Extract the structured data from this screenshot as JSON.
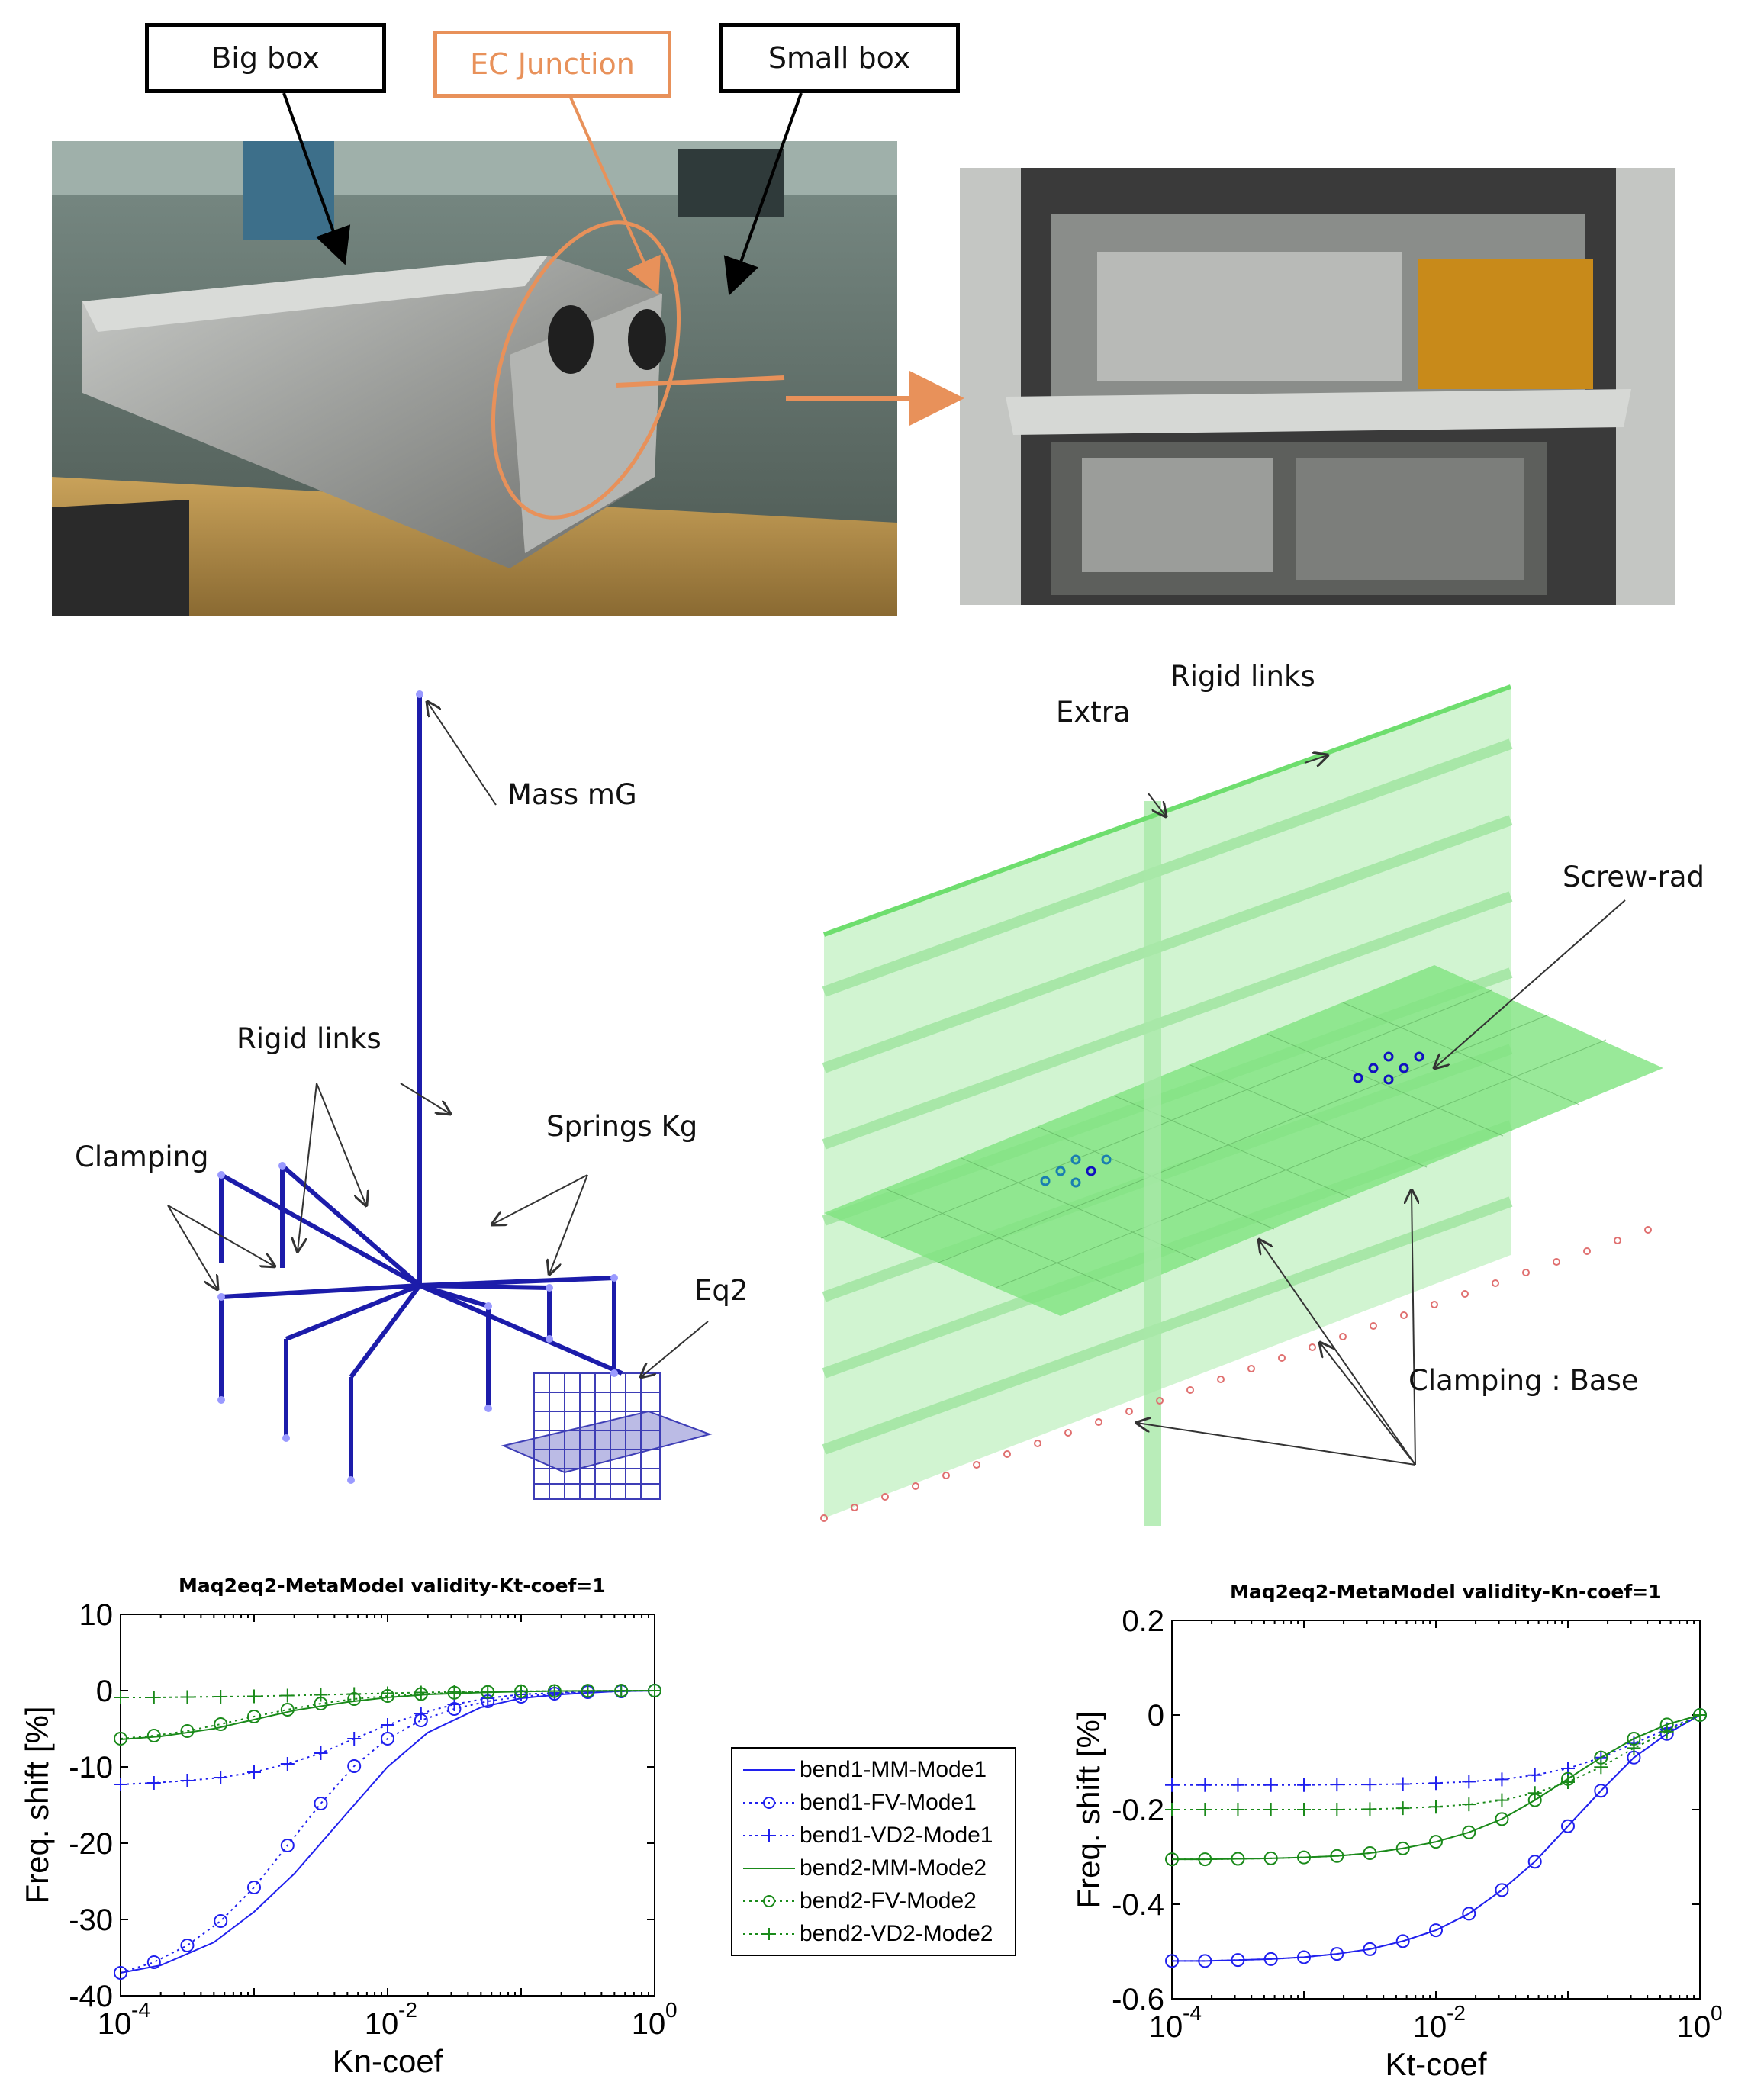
{
  "photo_labels": {
    "big_box": "Big box",
    "ec_junction": "EC Junction",
    "small_box": "Small box"
  },
  "model_left": {
    "mass": "Mass mG",
    "rigid_links": "Rigid links",
    "springs": "Springs Kg",
    "clamping": "Clamping",
    "eq2": "Eq2"
  },
  "model_right": {
    "rigid_links": "Rigid links",
    "extra": "Extra",
    "screw_rad": "Screw-rad",
    "clamping_base": "Clamping : Base"
  },
  "colors": {
    "accent_orange": "#e8915a",
    "series_blue": "#2020ee",
    "series_green": "#1a8a1a",
    "mesh_green": "#7fe47f"
  },
  "legend": [
    {
      "label": "bend1-MM-Mode1",
      "color": "#2020ee",
      "style": "solid",
      "marker": "none"
    },
    {
      "label": "bend1-FV-Mode1",
      "color": "#2020ee",
      "style": "dotted",
      "marker": "circle"
    },
    {
      "label": "bend1-VD2-Mode1",
      "color": "#2020ee",
      "style": "dotted",
      "marker": "plus"
    },
    {
      "label": "bend2-MM-Mode2",
      "color": "#1a8a1a",
      "style": "solid",
      "marker": "none"
    },
    {
      "label": "bend2-FV-Mode2",
      "color": "#1a8a1a",
      "style": "dotted",
      "marker": "circle"
    },
    {
      "label": "bend2-VD2-Mode2",
      "color": "#1a8a1a",
      "style": "dotted",
      "marker": "plus"
    }
  ],
  "chart_data": [
    {
      "type": "line",
      "title": "Maq2eq2-MetaModel validity-Kt-coef=1",
      "xlabel": "Kn-coef",
      "ylabel": "Freq. shift [%]",
      "xscale": "log",
      "xlim": [
        0.0001,
        1
      ],
      "ylim": [
        -40,
        10
      ],
      "xticks": [
        "10",
        "10",
        "10"
      ],
      "xtick_exponents": [
        "-4",
        "-2",
        "0"
      ],
      "yticks": [
        "10",
        "0",
        "-10",
        "-20",
        "-30",
        "-40"
      ],
      "ytick_values": [
        10,
        0,
        -10,
        -20,
        -30,
        -40
      ],
      "grid": false,
      "series": [
        {
          "name": "bend1-MM-Mode1",
          "style": "solid",
          "marker": "none",
          "color": "#2020ee",
          "x": [
            0.0001,
            0.0002,
            0.0005,
            0.001,
            0.002,
            0.005,
            0.01,
            0.02,
            0.05,
            0.1,
            0.2,
            0.5,
            1
          ],
          "y": [
            -37,
            -36,
            -33,
            -29,
            -24,
            -16,
            -10,
            -5.5,
            -2.2,
            -1,
            -0.5,
            -0.1,
            0
          ]
        },
        {
          "name": "bend1-FV-Mode1",
          "style": "dotted",
          "marker": "circle",
          "color": "#2020ee",
          "x": [
            0.0001,
            0.000178,
            0.000316,
            0.000562,
            0.001,
            0.00178,
            0.00316,
            0.00562,
            0.01,
            0.0178,
            0.0316,
            0.0562,
            0.1,
            0.178,
            0.316,
            0.562,
            1
          ],
          "y": [
            -37,
            -35.6,
            -33.4,
            -30.2,
            -25.8,
            -20.3,
            -14.8,
            -9.9,
            -6.3,
            -3.9,
            -2.4,
            -1.4,
            -0.8,
            -0.4,
            -0.2,
            -0.1,
            0
          ]
        },
        {
          "name": "bend1-VD2-Mode1",
          "style": "dotted",
          "marker": "plus",
          "color": "#2020ee",
          "x": [
            0.0001,
            0.000178,
            0.000316,
            0.000562,
            0.001,
            0.00178,
            0.00316,
            0.00562,
            0.01,
            0.0178,
            0.0316,
            0.0562,
            0.1,
            0.178,
            0.316,
            0.562,
            1
          ],
          "y": [
            -12.3,
            -12.1,
            -11.8,
            -11.4,
            -10.7,
            -9.6,
            -8.2,
            -6.3,
            -4.5,
            -3,
            -1.8,
            -1,
            -0.5,
            -0.3,
            -0.1,
            -0.05,
            0
          ]
        },
        {
          "name": "bend2-MM-Mode2",
          "style": "solid",
          "marker": "none",
          "color": "#1a8a1a",
          "x": [
            0.0001,
            0.0002,
            0.0005,
            0.001,
            0.002,
            0.005,
            0.01,
            0.02,
            0.05,
            0.1,
            0.2,
            0.5,
            1
          ],
          "y": [
            -6.4,
            -6,
            -5,
            -3.8,
            -2.6,
            -1.5,
            -0.9,
            -0.5,
            -0.25,
            -0.12,
            -0.05,
            -0.02,
            0
          ]
        },
        {
          "name": "bend2-FV-Mode2",
          "style": "dotted",
          "marker": "circle",
          "color": "#1a8a1a",
          "x": [
            0.0001,
            0.000178,
            0.000316,
            0.000562,
            0.001,
            0.00178,
            0.00316,
            0.00562,
            0.01,
            0.0178,
            0.0316,
            0.0562,
            0.1,
            0.178,
            0.316,
            0.562,
            1
          ],
          "y": [
            -6.3,
            -5.9,
            -5.3,
            -4.4,
            -3.4,
            -2.5,
            -1.7,
            -1.1,
            -0.7,
            -0.45,
            -0.28,
            -0.17,
            -0.1,
            -0.06,
            -0.03,
            -0.01,
            0
          ]
        },
        {
          "name": "bend2-VD2-Mode2",
          "style": "dotted",
          "marker": "plus",
          "color": "#1a8a1a",
          "x": [
            0.0001,
            0.000178,
            0.000316,
            0.000562,
            0.001,
            0.00178,
            0.00316,
            0.00562,
            0.01,
            0.0178,
            0.0316,
            0.0562,
            0.1,
            0.178,
            0.316,
            0.562,
            1
          ],
          "y": [
            -0.9,
            -0.9,
            -0.85,
            -0.8,
            -0.75,
            -0.65,
            -0.55,
            -0.45,
            -0.35,
            -0.25,
            -0.18,
            -0.12,
            -0.08,
            -0.05,
            -0.03,
            -0.01,
            0
          ]
        }
      ]
    },
    {
      "type": "line",
      "title": "Maq2eq2-MetaModel validity-Kn-coef=1",
      "xlabel": "Kt-coef",
      "ylabel": "Freq. shift [%]",
      "xscale": "log",
      "xlim": [
        0.0001,
        1
      ],
      "ylim": [
        -0.6,
        0.2
      ],
      "xticks": [
        "10",
        "10",
        "10"
      ],
      "xtick_exponents": [
        "-4",
        "-2",
        "0"
      ],
      "yticks": [
        "0.2",
        "0",
        "-0.2",
        "-0.4",
        "-0.6"
      ],
      "ytick_values": [
        0.2,
        0,
        -0.2,
        -0.4,
        -0.6
      ],
      "grid": false,
      "series": [
        {
          "name": "bend1-MM-Mode1",
          "style": "solid",
          "marker": "none",
          "color": "#2020ee",
          "x": [
            0.0001,
            0.000178,
            0.000316,
            0.000562,
            0.001,
            0.00178,
            0.00316,
            0.00562,
            0.01,
            0.0178,
            0.0316,
            0.0562,
            0.1,
            0.178,
            0.316,
            0.562,
            1
          ],
          "y": [
            -0.52,
            -0.52,
            -0.518,
            -0.516,
            -0.512,
            -0.505,
            -0.495,
            -0.478,
            -0.455,
            -0.42,
            -0.37,
            -0.31,
            -0.235,
            -0.16,
            -0.09,
            -0.04,
            0
          ]
        },
        {
          "name": "bend1-FV-Mode1",
          "style": "dotted",
          "marker": "circle",
          "color": "#2020ee",
          "x": [
            0.0001,
            0.000178,
            0.000316,
            0.000562,
            0.001,
            0.00178,
            0.00316,
            0.00562,
            0.01,
            0.0178,
            0.0316,
            0.0562,
            0.1,
            0.178,
            0.316,
            0.562,
            1
          ],
          "y": [
            -0.52,
            -0.52,
            -0.518,
            -0.516,
            -0.512,
            -0.505,
            -0.495,
            -0.478,
            -0.455,
            -0.42,
            -0.37,
            -0.31,
            -0.235,
            -0.16,
            -0.09,
            -0.04,
            0
          ]
        },
        {
          "name": "bend1-VD2-Mode1",
          "style": "dotted",
          "marker": "plus",
          "color": "#2020ee",
          "x": [
            0.0001,
            0.000178,
            0.000316,
            0.000562,
            0.001,
            0.00178,
            0.00316,
            0.00562,
            0.01,
            0.0178,
            0.0316,
            0.0562,
            0.1,
            0.178,
            0.316,
            0.562,
            1
          ],
          "y": [
            -0.148,
            -0.148,
            -0.148,
            -0.148,
            -0.148,
            -0.147,
            -0.147,
            -0.146,
            -0.144,
            -0.141,
            -0.136,
            -0.127,
            -0.113,
            -0.09,
            -0.06,
            -0.03,
            0
          ]
        },
        {
          "name": "bend2-MM-Mode2",
          "style": "solid",
          "marker": "none",
          "color": "#1a8a1a",
          "x": [
            0.0001,
            0.000178,
            0.000316,
            0.000562,
            0.001,
            0.00178,
            0.00316,
            0.00562,
            0.01,
            0.0178,
            0.0316,
            0.0562,
            0.1,
            0.178,
            0.316,
            0.562,
            1
          ],
          "y": [
            -0.305,
            -0.305,
            -0.304,
            -0.303,
            -0.301,
            -0.298,
            -0.292,
            -0.282,
            -0.268,
            -0.248,
            -0.22,
            -0.18,
            -0.135,
            -0.09,
            -0.05,
            -0.02,
            0
          ]
        },
        {
          "name": "bend2-FV-Mode2",
          "style": "dotted",
          "marker": "circle",
          "color": "#1a8a1a",
          "x": [
            0.0001,
            0.000178,
            0.000316,
            0.000562,
            0.001,
            0.00178,
            0.00316,
            0.00562,
            0.01,
            0.0178,
            0.0316,
            0.0562,
            0.1,
            0.178,
            0.316,
            0.562,
            1
          ],
          "y": [
            -0.305,
            -0.305,
            -0.304,
            -0.303,
            -0.301,
            -0.298,
            -0.292,
            -0.282,
            -0.268,
            -0.248,
            -0.22,
            -0.18,
            -0.135,
            -0.09,
            -0.05,
            -0.02,
            0
          ]
        },
        {
          "name": "bend2-VD2-Mode2",
          "style": "dotted",
          "marker": "plus",
          "color": "#1a8a1a",
          "x": [
            0.0001,
            0.000178,
            0.000316,
            0.000562,
            0.001,
            0.00178,
            0.00316,
            0.00562,
            0.01,
            0.0178,
            0.0316,
            0.0562,
            0.1,
            0.178,
            0.316,
            0.562,
            1
          ],
          "y": [
            -0.2,
            -0.2,
            -0.2,
            -0.2,
            -0.2,
            -0.2,
            -0.199,
            -0.197,
            -0.194,
            -0.189,
            -0.18,
            -0.165,
            -0.142,
            -0.11,
            -0.07,
            -0.035,
            0
          ]
        }
      ]
    }
  ]
}
